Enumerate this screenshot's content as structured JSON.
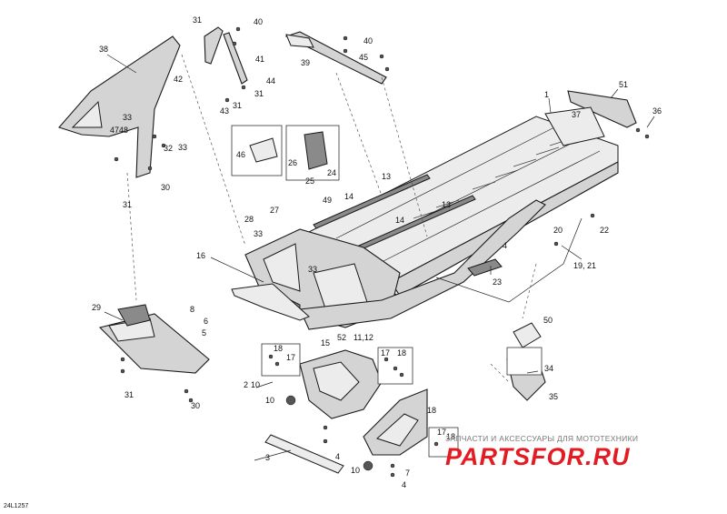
{
  "diagram": {
    "document_id": "24L1257",
    "callouts": [
      {
        "id": "c1",
        "text": "1"
      },
      {
        "id": "c2",
        "text": "2"
      },
      {
        "id": "c3",
        "text": "3"
      },
      {
        "id": "c4a",
        "text": "4"
      },
      {
        "id": "c4b",
        "text": "4"
      },
      {
        "id": "c4c",
        "text": "4"
      },
      {
        "id": "c5",
        "text": "5"
      },
      {
        "id": "c6",
        "text": "6"
      },
      {
        "id": "c7",
        "text": "7"
      },
      {
        "id": "c8",
        "text": "8"
      },
      {
        "id": "c10a",
        "text": "10"
      },
      {
        "id": "c10b",
        "text": "10"
      },
      {
        "id": "c10c",
        "text": "10"
      },
      {
        "id": "c1112",
        "text": "11,12"
      },
      {
        "id": "c13a",
        "text": "13"
      },
      {
        "id": "c13b",
        "text": "13"
      },
      {
        "id": "c14a",
        "text": "14"
      },
      {
        "id": "c14b",
        "text": "14"
      },
      {
        "id": "c15",
        "text": "15"
      },
      {
        "id": "c16",
        "text": "16"
      },
      {
        "id": "c17a",
        "text": "17"
      },
      {
        "id": "c17b",
        "text": "17"
      },
      {
        "id": "c17c",
        "text": "17"
      },
      {
        "id": "c18a",
        "text": "18"
      },
      {
        "id": "c18b",
        "text": "18"
      },
      {
        "id": "c18c",
        "text": "18"
      },
      {
        "id": "c18d",
        "text": "18"
      },
      {
        "id": "c1921",
        "text": "19, 21"
      },
      {
        "id": "c20",
        "text": "20"
      },
      {
        "id": "c22",
        "text": "22"
      },
      {
        "id": "c23",
        "text": "23"
      },
      {
        "id": "c24",
        "text": "24"
      },
      {
        "id": "c25",
        "text": "25"
      },
      {
        "id": "c26",
        "text": "26"
      },
      {
        "id": "c27",
        "text": "27"
      },
      {
        "id": "c28",
        "text": "28"
      },
      {
        "id": "c29",
        "text": "29"
      },
      {
        "id": "c30a",
        "text": "30"
      },
      {
        "id": "c30b",
        "text": "30"
      },
      {
        "id": "c31a",
        "text": "31"
      },
      {
        "id": "c31b",
        "text": "31"
      },
      {
        "id": "c31c",
        "text": "31"
      },
      {
        "id": "c31d",
        "text": "31"
      },
      {
        "id": "c31e",
        "text": "31"
      },
      {
        "id": "c32",
        "text": "32"
      },
      {
        "id": "c33a",
        "text": "33"
      },
      {
        "id": "c33b",
        "text": "33"
      },
      {
        "id": "c33c",
        "text": "33"
      },
      {
        "id": "c33d",
        "text": "33"
      },
      {
        "id": "c34",
        "text": "34"
      },
      {
        "id": "c35",
        "text": "35"
      },
      {
        "id": "c36",
        "text": "36"
      },
      {
        "id": "c37",
        "text": "37"
      },
      {
        "id": "c38",
        "text": "38"
      },
      {
        "id": "c39",
        "text": "39"
      },
      {
        "id": "c40a",
        "text": "40"
      },
      {
        "id": "c40b",
        "text": "40"
      },
      {
        "id": "c41",
        "text": "41"
      },
      {
        "id": "c42",
        "text": "42"
      },
      {
        "id": "c43",
        "text": "43"
      },
      {
        "id": "c44",
        "text": "44"
      },
      {
        "id": "c45",
        "text": "45"
      },
      {
        "id": "c46",
        "text": "46"
      },
      {
        "id": "c4748",
        "text": "4748"
      },
      {
        "id": "c49",
        "text": "49"
      },
      {
        "id": "c50",
        "text": "50"
      },
      {
        "id": "c51",
        "text": "51"
      },
      {
        "id": "c52",
        "text": "52"
      }
    ]
  },
  "watermark": {
    "tagline": "ЗАПЧАСТИ И АКСЕССУАРЫ ДЛЯ МОТОТЕХНИКИ",
    "logo": "PARTSFOR.RU"
  }
}
